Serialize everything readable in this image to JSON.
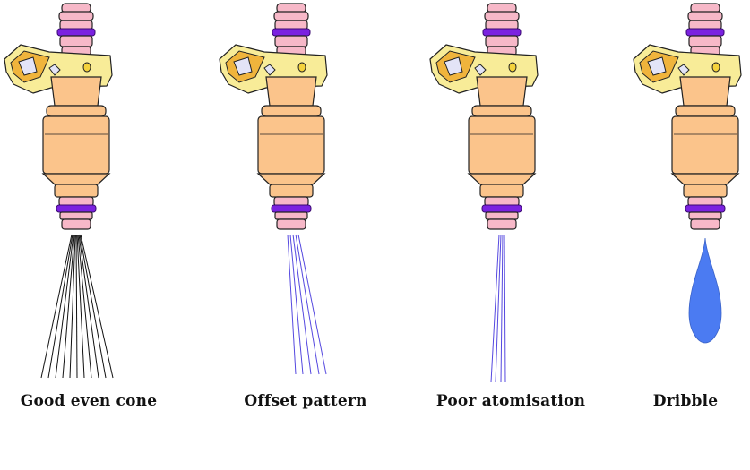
{
  "colors": {
    "body": "#FBC48B",
    "body_stroke": "#222222",
    "cap": "#F7B8C8",
    "ring": "#7B22E0",
    "ring_stroke": "#3a0a70",
    "connector": "#F8EC98",
    "connector_inner": "#F0B43C",
    "pin": "#E3E4F7",
    "spray_even": "#111111",
    "spray_blue": "#5548E0",
    "drop": "#4B7BF2"
  },
  "injectors": [
    {
      "caption": "Good even cone",
      "pattern": "even-cone"
    },
    {
      "caption": "Offset pattern",
      "pattern": "offset"
    },
    {
      "caption": "Poor atomisation",
      "pattern": "poor-atomisation"
    },
    {
      "caption": "Dribble",
      "pattern": "dribble"
    }
  ]
}
